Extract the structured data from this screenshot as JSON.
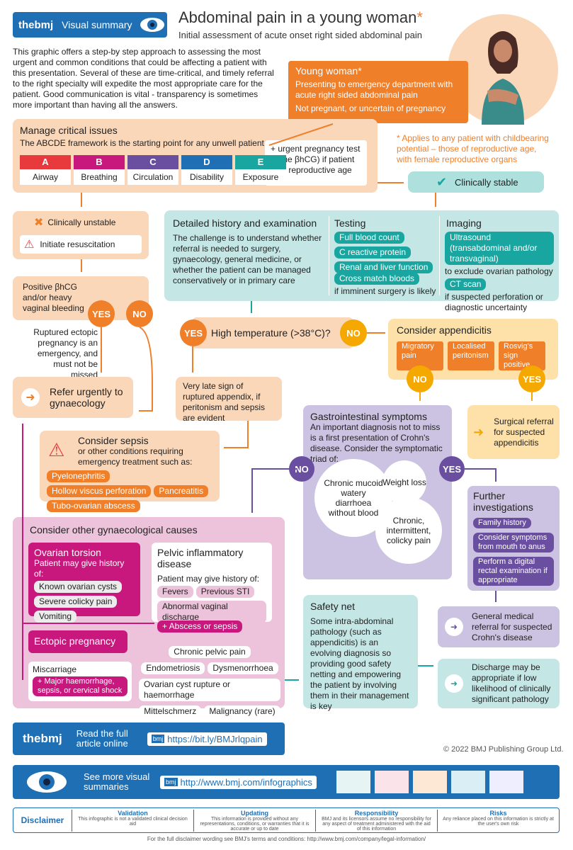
{
  "header": {
    "brand": "thebmj",
    "visual_summary": "Visual summary",
    "title": "Abdominal pain in a young woman",
    "title_mark": "*",
    "subtitle": "Initial assessment of acute onset right sided abdominal pain"
  },
  "intro": "This graphic offers a step-by step approach to assessing the most urgent and common conditions that could be affecting a patient with this presentation. Several of these are time-critical, and timely referral to the right specialty will expedite the most appropriate care for the patient. Good communication is vital - transparency is sometimes more important than having all the answers.",
  "young_woman": {
    "title": "Young woman*",
    "line1": "Presenting to emergency department with acute right sided abdominal pain",
    "line2": "Not pregnant, or uncertain of pregnancy"
  },
  "footnote": "* Applies to any patient with childbearing potential – those of reproductive age, with female reproductive organs",
  "critical": {
    "title": "Manage critical issues",
    "sub": "The ABCDE framework is the starting point for any unwell patient",
    "abcde": [
      {
        "l": "A",
        "w": "Airway",
        "c": "#e8393d"
      },
      {
        "l": "B",
        "w": "Breathing",
        "c": "#c8187e"
      },
      {
        "l": "C",
        "w": "Circulation",
        "c": "#6a4fa0"
      },
      {
        "l": "D",
        "w": "Disability",
        "c": "#1f6fb5"
      },
      {
        "l": "E",
        "w": "Exposure",
        "c": "#1aa6a0"
      }
    ],
    "preg": "+ urgent pregnancy test (urine βhCG) if patient is of reproductive age"
  },
  "stable": "Clinically stable",
  "unstable": {
    "label": "Clinically unstable",
    "resus": "Initiate resuscitation"
  },
  "bhcg": {
    "text": "Positive βhCG and/or heavy vaginal bleeding",
    "yes": "YES",
    "no": "NO"
  },
  "ectopic_note": "Ruptured ectopic pregnancy is an emergency, and must not be missed",
  "refer_gyn": "Refer urgently to gynaecology",
  "history": {
    "title": "Detailed history and examination",
    "text": "The challenge is to understand whether referral is needed to surgery, gynaecology, general medicine, or whether the patient can be managed conservatively or in primary care"
  },
  "testing": {
    "title": "Testing",
    "tags": [
      "Full blood count",
      "C reactive protein",
      "Renal and liver function"
    ],
    "cross": "Cross match bloods",
    "cross_note": "if imminent surgery is likely"
  },
  "imaging": {
    "title": "Imaging",
    "us": "Ultrasound (transabdominal and/or transvaginal)",
    "us_note": "to exclude ovarian pathology",
    "ct": "CT scan",
    "ct_note": "if suspected perforation or diagnostic uncertainty"
  },
  "temp": {
    "yes": "YES",
    "q": "High temperature (>38°C)?",
    "no": "NO"
  },
  "late_sign": "Very late sign of ruptured appendix, if peritonism and sepsis are evident",
  "appendicitis": {
    "title": "Consider appendicitis",
    "tags": [
      "Migratory pain",
      "Localised peritonism",
      "Rosvig's sign positive"
    ],
    "no": "NO",
    "yes": "YES"
  },
  "surgical": "Surgical referral for suspected appendicitis",
  "sepsis": {
    "title": "Consider sepsis",
    "text": "or other conditions requiring emergency treatment such as:",
    "tags": [
      "Pyelonephritis",
      "Hollow viscus perforation",
      "Pancreatitis",
      "Tubo-ovarian abscess"
    ]
  },
  "gi": {
    "title": "Gastrointestinal symptoms",
    "text": "An important diagnosis not to miss is a first presentation of Crohn's disease. Consider the symptomatic triad of:",
    "c1": "Chronic mucoid watery diarrhoea without blood",
    "c2": "Weight loss",
    "c3": "Chronic, intermittent, colicky pain",
    "no": "NO",
    "yes": "YES"
  },
  "further": {
    "title": "Further investigations",
    "tags": [
      "Family history",
      "Consider symptoms from mouth to anus",
      "Perform a digital rectal examination if appropriate"
    ]
  },
  "general_med": "General medical referral for suspected Crohn's disease",
  "gyn": {
    "title": "Consider other gynaecological causes",
    "torsion": {
      "title": "Ovarian torsion",
      "sub": "Patient may give history of:",
      "tags": [
        "Known ovarian cysts",
        "Severe colicky pain",
        "Vomiting"
      ]
    },
    "pid": {
      "title": "Pelvic inflammatory disease",
      "sub": "Patient may give history of:",
      "tags": [
        "Fevers",
        "Previous STI",
        "Abnormal vaginal discharge"
      ],
      "abscess": "+ Abscess or sepsis"
    },
    "ectopic": "Ectopic pregnancy",
    "misc": {
      "title": "Miscarriage",
      "tag": "+ Major haemorrhage, sepsis, or cervical shock"
    },
    "others": [
      "Chronic pelvic pain",
      "Endometriosis",
      "Dysmenorrhoea",
      "Ovarian cyst rupture or haemorrhage",
      "Mittelschmerz",
      "Malignancy (rare)"
    ]
  },
  "safety": {
    "title": "Safety net",
    "text": "Some intra-abdominal pathology (such as appendicitis) is an evolving diagnosis so providing good safety netting and empowering the patient by involving them in their management is key"
  },
  "discharge": "Discharge may be appropriate if low likelihood of clinically significant pathology",
  "footer": {
    "brand": "thebmj",
    "read": "Read the full article online",
    "bmj": "bmj",
    "url": "https://bit.ly/BMJrlqpain",
    "copyright": "© 2022 BMJ Publishing Group Ltd.",
    "see_more": "See more visual summaries",
    "url2": "http://www.bmj.com/infographics",
    "disclaimer": "Disclaimer",
    "cols": [
      {
        "h": "Validation",
        "t": "This infographic is not a validated clinical decision aid"
      },
      {
        "h": "Updating",
        "t": "This information is provided without any representations, conditions, or warranties that it is accurate or up to date"
      },
      {
        "h": "Responsibility",
        "t": "BMJ and its licensors assume no responsibility for any aspect of treatment administered with the aid of this information"
      },
      {
        "h": "Risks",
        "t": "Any reliance placed on this information is strictly at the user's own risk"
      }
    ],
    "full": "For the full disclaimer wording see BMJ's terms and conditions: http://www.bmj.com/company/legal-information/"
  }
}
